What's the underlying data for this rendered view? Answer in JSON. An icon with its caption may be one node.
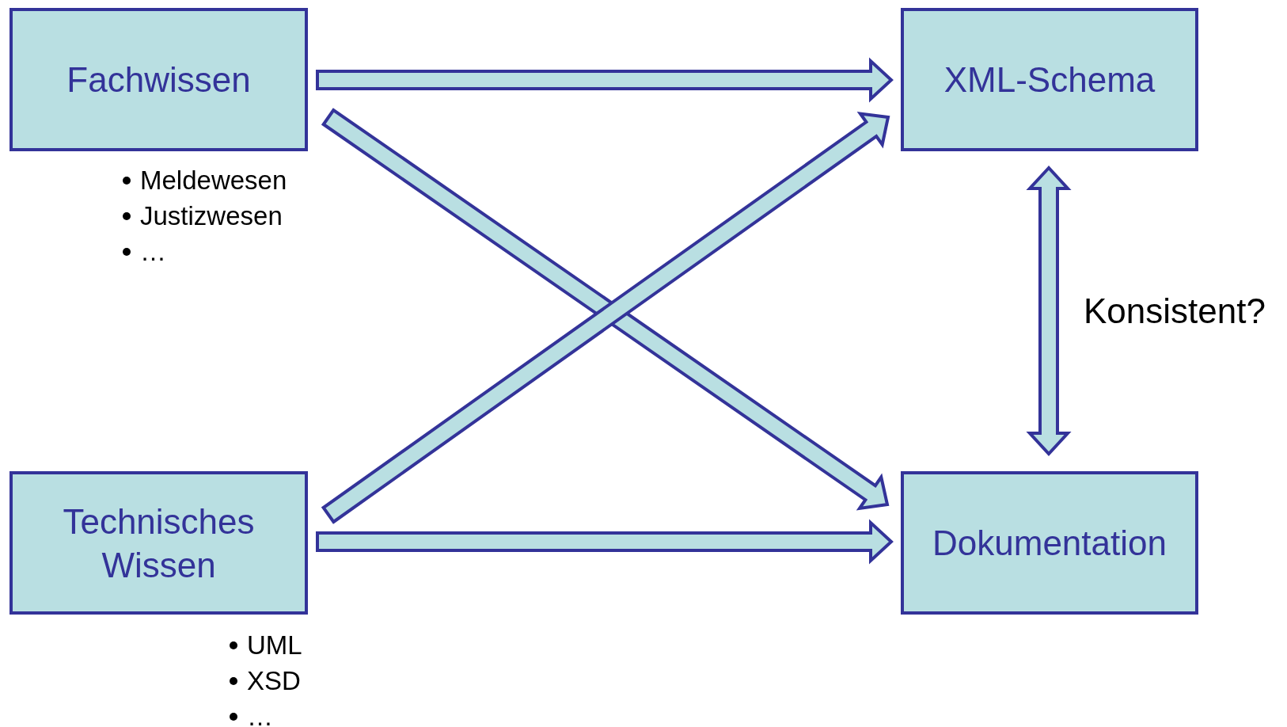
{
  "diagram": {
    "nodes": [
      {
        "text": [
          "Fachwissen"
        ],
        "beside": [
          "Meldewesen",
          "Justizwesen",
          "…"
        ]
      },
      {
        "text": [
          "XML-Schema"
        ]
      },
      {
        "text": [
          "Technisches Wissen"
        ],
        "beside": [
          "UML",
          "XSD",
          "…"
        ]
      },
      {
        "text": [
          "Dokumentation"
        ]
      }
    ],
    "edges": [
      {
        "from": 0,
        "to": 1,
        "arrow": "to"
      },
      {
        "from": 0,
        "to": 3,
        "arrow": "to"
      },
      {
        "from": 2,
        "to": 1,
        "arrow": "to"
      },
      {
        "from": 2,
        "to": 3,
        "arrow": "to"
      },
      {
        "from": 1,
        "to": 3,
        "arrow": "both",
        "label": "Konsistent?"
      }
    ]
  }
}
